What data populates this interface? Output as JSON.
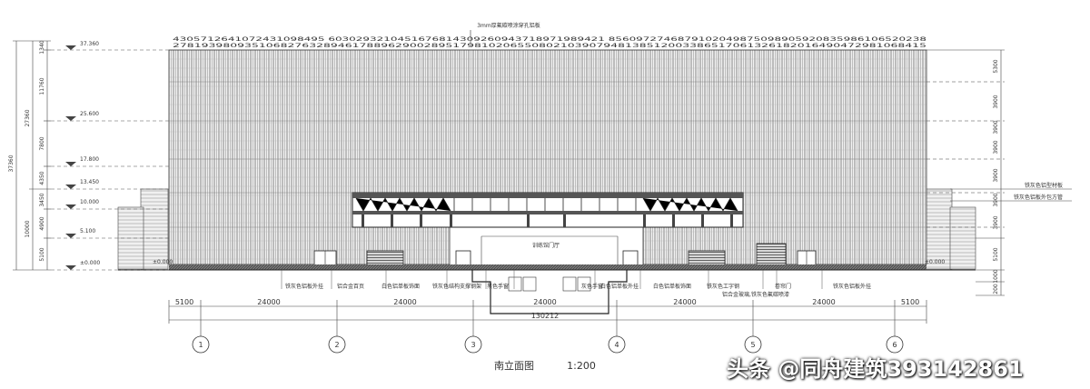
{
  "title": "南立面图",
  "scale": "1:200",
  "top_note": "3mm厚氟碳喷涂穿孔铝板",
  "watermark": "头条 @同舟建筑393142861",
  "top_numbers_1": "4305712641072431098495 6030293210451676814309260943718971989421 8560972746879102049875098905920835986106520238",
  "top_numbers_2": "278193980935106827632894617889629002895179810206550802103907948138512003386517061326182016490472981068415",
  "left_dims": {
    "elev_37360": "37.360",
    "elev_25600": "25.600",
    "elev_17800": "17.800",
    "elev_13450": "13.450",
    "elev_10000": "10.000",
    "elev_5100": "5.100",
    "elev_0": "±0.000",
    "d_1340": "1340",
    "d_11760": "11760",
    "d_7800": "7800",
    "d_4350": "4350",
    "d_3450": "3450",
    "d_4900": "4900",
    "d_5100": "5100",
    "d_27360": "27360",
    "d_10000": "10000",
    "d_37360": "37360"
  },
  "right_dims": [
    "5300",
    "3900",
    "3900",
    "3900",
    "3900",
    "3900",
    "3900",
    "5100",
    "1000",
    "200"
  ],
  "right_notes": [
    "铁灰色铝型材板",
    "铁灰色铝板外包方管"
  ],
  "center_label": "训练馆门厅",
  "bottom_labels": [
    "铁灰色铝板外挂",
    "铝合金百页",
    "白色铝单板饰面",
    "铁灰色结构支撑钢架",
    "黑色手窗",
    "灰色手窗",
    "白色铝单板外挂",
    "白色铝单板饰面",
    "铁灰色工字钢",
    "铝合金玻璃,铁灰色氟碳喷漆",
    "卷帘门",
    "铁灰色铝板外挂"
  ],
  "bottom_dims": [
    "5100",
    "24000",
    "24000",
    "24000",
    "24000",
    "24000",
    "5100"
  ],
  "total_dim": "130212",
  "axes": [
    "1",
    "2",
    "3",
    "4",
    "5",
    "6"
  ],
  "ground_marks": [
    "±0.000",
    "±0.000"
  ]
}
